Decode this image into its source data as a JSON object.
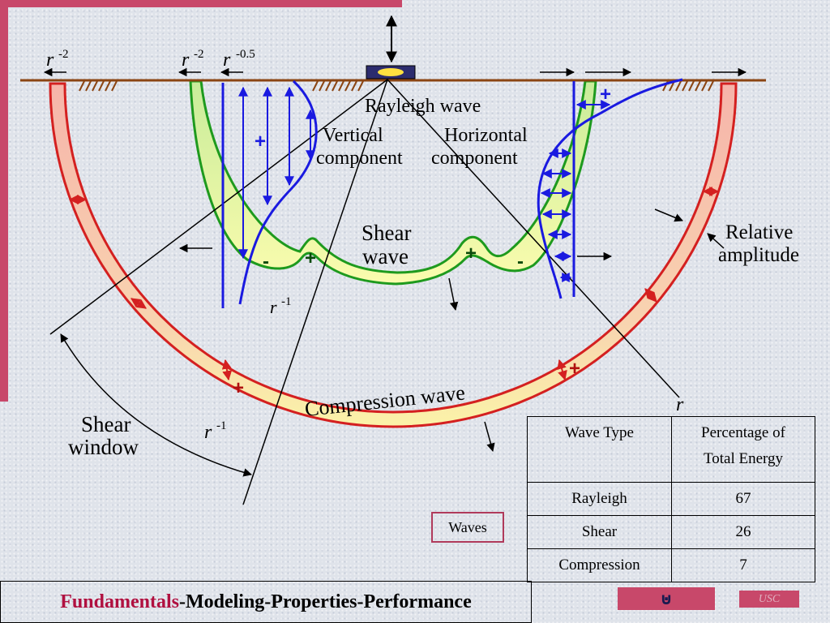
{
  "labels": {
    "r_minus2_left": "r",
    "r_minus2_left_exp": "-2",
    "r_minus2_mid": "r",
    "r_minus2_mid_exp": "-2",
    "r_minus05": "r",
    "r_minus05_exp": "-0.5",
    "rayleigh_wave": "Rayleigh wave",
    "vertical_line1": "Vertical",
    "vertical_line2": "component",
    "horizontal_line1": "Horizontal",
    "horizontal_line2": "component",
    "shear_wave_line1": "Shear",
    "shear_wave_line2": "wave",
    "relative_line1": "Relative",
    "relative_line2": "amplitude",
    "r_minus1_center": "r",
    "r_minus1_center_exp": "-1",
    "r_label": "r",
    "shear_window_line1": "Shear",
    "shear_window_line2": "window",
    "r_minus1_lower": "r",
    "r_minus1_lower_exp": "-1",
    "compression_wave": "Compression wave",
    "plus": "+",
    "minus": "-"
  },
  "table": {
    "header_wave_type": "Wave Type",
    "header_energy_line1": "Percentage of",
    "header_energy_line2": "Total Energy",
    "rows": [
      {
        "type": "Rayleigh",
        "value": "67"
      },
      {
        "type": "Shear",
        "value": "26"
      },
      {
        "type": "Compression",
        "value": "7"
      }
    ]
  },
  "waves_button": "Waves",
  "footer": {
    "accent": "Fundamentals",
    "rest": "-Modeling-Properties-Performance"
  },
  "nav_button_icon": "return-icon",
  "nav_button_glyph": "⊍",
  "usc_button": "USC",
  "colors": {
    "accent_bar": "#c8486a",
    "compression_stroke": "#d42020",
    "shear_stroke": "#1e9a1e",
    "rayleigh_stroke": "#1a1ae0"
  }
}
